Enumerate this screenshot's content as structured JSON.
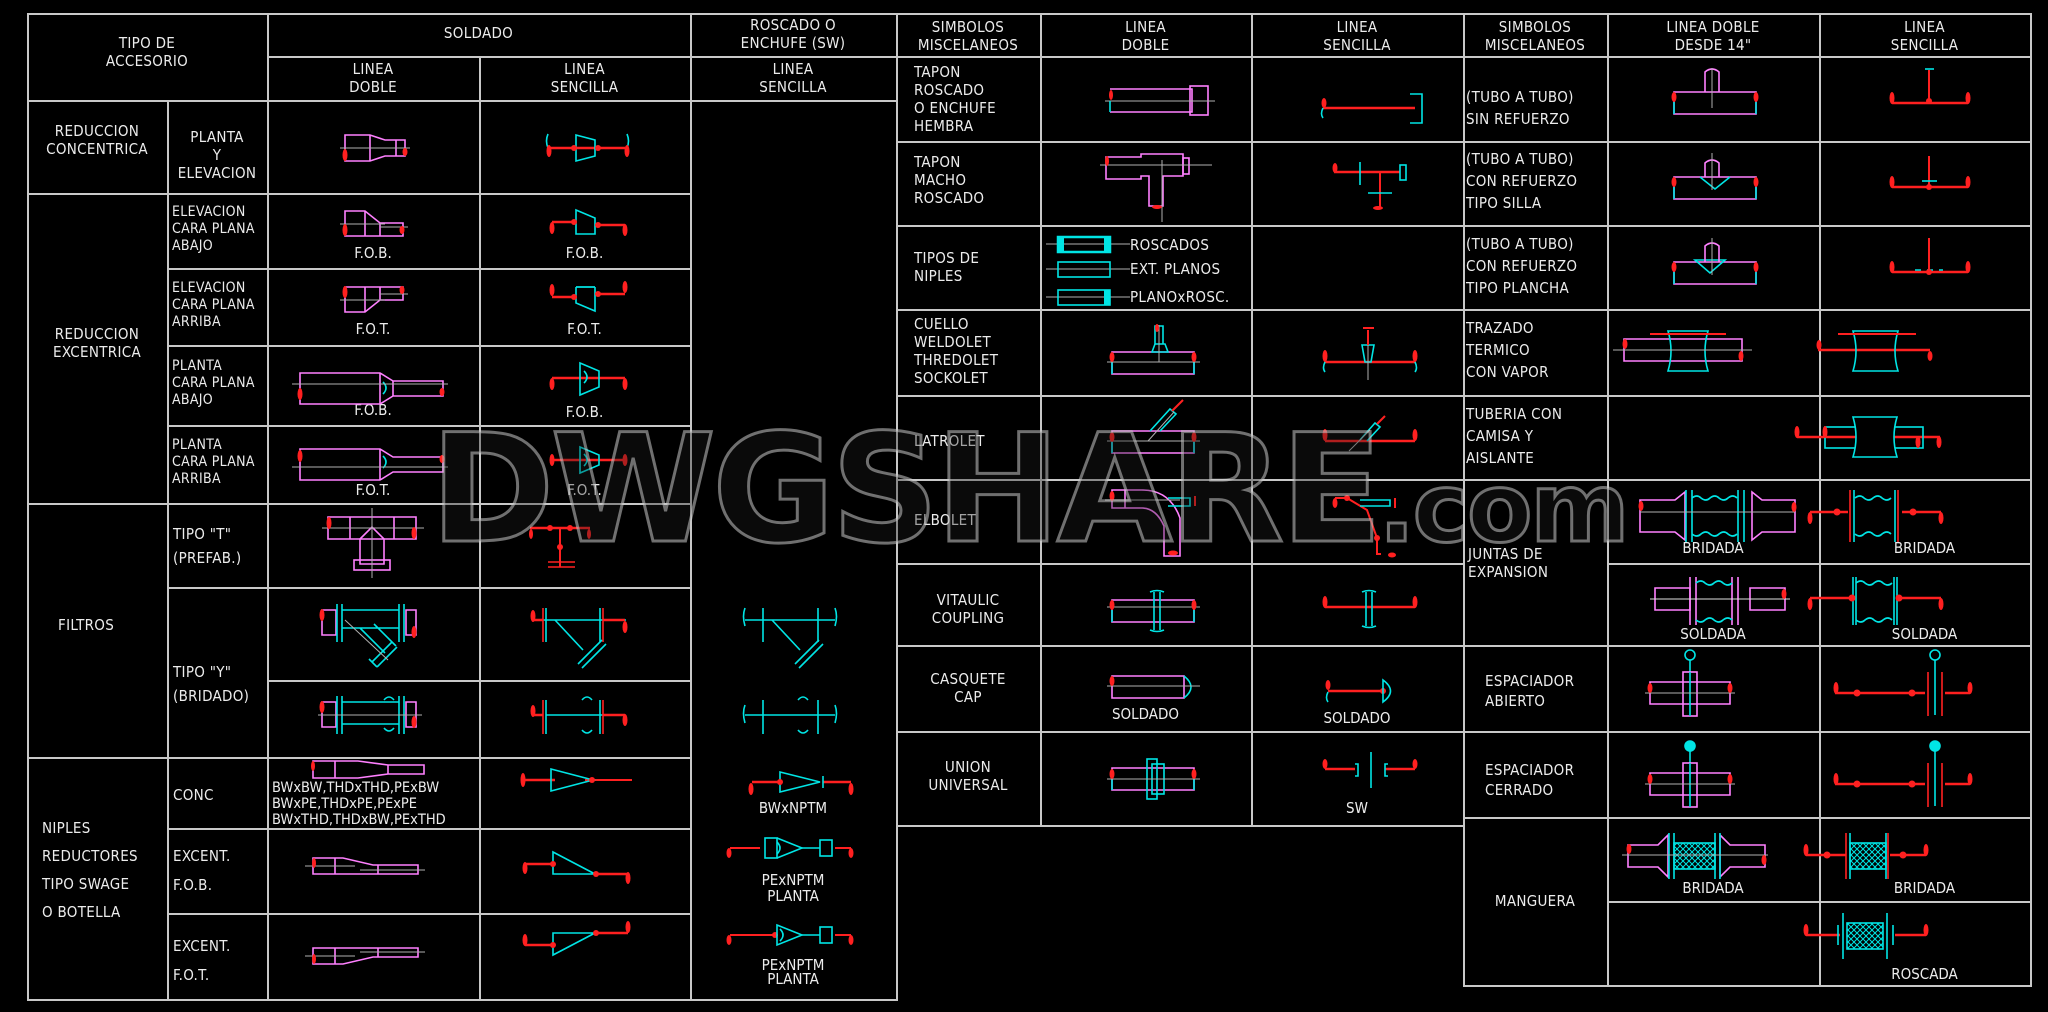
{
  "colors": {
    "background": "#000000",
    "grid": "#c8c8c8",
    "text": "#ececec",
    "pipe_double": "#ff80ff",
    "symbol": "#00e5e5",
    "weld": "#ff2020",
    "centerline": "#b0b0b0"
  },
  "table1": {
    "header": {
      "tipo_accesorio": "TIPO DE\nACCESORIO",
      "soldado": "SOLDADO",
      "roscado_enchufe": "ROSCADO O\nENCHUFE (SW)",
      "linea_doble": "LINEA\nDOBLE",
      "linea_sencilla": "LINEA\nSENCILLA",
      "linea_sencilla_sw": "LINEA\nSENCILLA"
    },
    "groups": [
      {
        "label": "REDUCCION\nCONCENTRICA",
        "rows": [
          {
            "sub": "PLANTA\nY\nELEVACION",
            "doble_caption": "",
            "sencilla_caption": "",
            "sw_caption": ""
          }
        ]
      },
      {
        "label": "REDUCCION\nEXCENTRICA",
        "rows": [
          {
            "sub": "ELEVACION\nCARA PLANA\nABAJO",
            "doble_caption": "F.O.B.",
            "sencilla_caption": "F.O.B.",
            "sw_caption": ""
          },
          {
            "sub": "ELEVACION\nCARA PLANA\nARRIBA",
            "doble_caption": "F.O.T.",
            "sencilla_caption": "F.O.T.",
            "sw_caption": ""
          },
          {
            "sub": "PLANTA\nCARA PLANA\nABAJO",
            "doble_caption": "F.O.B.",
            "sencilla_caption": "F.O.B.",
            "sw_caption": ""
          },
          {
            "sub": "PLANTA\nCARA PLANA\nARRIBA",
            "doble_caption": "F.O.T.",
            "sencilla_caption": "F.O.T.",
            "sw_caption": ""
          }
        ]
      },
      {
        "label": "FILTROS",
        "rows": [
          {
            "sub": "TIPO \"T\"\n(PREFAB.)"
          },
          {
            "sub": "TIPO \"Y\"\n(BRIDADO)"
          }
        ]
      },
      {
        "label": "NIPLES\nREDUCTORES\nTIPO SWAGE\nO BOTELLA",
        "rows": [
          {
            "sub": "CONC",
            "doble_caption": "BWxBW,THDxTHD,PExBW\nBWxPE,THDxPE,PExPE\nBWxTHD,THDxBW,PExTHD",
            "sw_caption": "BWxNPTM"
          },
          {
            "sub": "EXCENT.\nF.O.B.",
            "sw_caption": "PExNPTM\nPLANTA"
          },
          {
            "sub": "EXCENT.\nF.O.T.",
            "sw_caption": "PExNPTM\nPLANTA"
          }
        ]
      }
    ]
  },
  "table2": {
    "header": {
      "simbolos": "SIMBOLOS\nMISCELANEOS",
      "linea_doble": "LINEA\nDOBLE",
      "linea_sencilla": "LINEA\nSENCILLA"
    },
    "rows": [
      {
        "label": "TAPON\nROSCADO\nO ENCHUFE\nHEMBRA"
      },
      {
        "label": "TAPON\nMACHO\nROSCADO"
      },
      {
        "label": "TIPOS DE\nNIPLES",
        "nipple_types": [
          "ROSCADOS",
          "EXT. PLANOS",
          "PLANOxROSC."
        ]
      },
      {
        "label": "CUELLO\nWELDOLET\nTHREDOLET\nSOCKOLET"
      },
      {
        "label": "LATROLET"
      },
      {
        "label": "ELBOLET"
      },
      {
        "label": "VITAULIC\nCOUPLING"
      },
      {
        "label": "CASQUETE\nCAP",
        "doble_caption": "SOLDADO",
        "sencilla_caption": "SOLDADO"
      },
      {
        "label": "UNION\nUNIVERSAL",
        "sencilla_caption": "SW"
      }
    ]
  },
  "table3": {
    "header": {
      "simbolos": "SIMBOLOS\nMISCELANEOS",
      "linea_doble": "LINEA DOBLE\nDESDE 14\"",
      "linea_sencilla": "LINEA\nSENCILLA"
    },
    "rows": [
      {
        "label": "(TUBO A TUBO)\nSIN REFUERZO"
      },
      {
        "label": "(TUBO A TUBO)\nCON REFUERZO\nTIPO SILLA"
      },
      {
        "label": "(TUBO A TUBO)\nCON REFUERZO\nTIPO PLANCHA"
      },
      {
        "label": "TRAZADO\nTERMICO\nCON VAPOR"
      },
      {
        "label": "TUBERIA CON\nCAMISA Y\nAISLANTE"
      },
      {
        "label": "JUNTAS DE\nEXPANSION",
        "captions": [
          [
            "BRIDADA",
            "BRIDADA"
          ],
          [
            "SOLDADA",
            "SOLDADA"
          ]
        ]
      },
      {
        "label": "ESPACIADOR\nABIERTO"
      },
      {
        "label": "ESPACIADOR\nCERRADO"
      },
      {
        "label": "MANGUERA",
        "captions": [
          [
            "BRIDADA",
            "BRIDADA"
          ],
          [
            "",
            "ROSCADA"
          ]
        ]
      }
    ]
  },
  "watermark": {
    "text": "DWGSHARE",
    "suffix": ".com"
  }
}
